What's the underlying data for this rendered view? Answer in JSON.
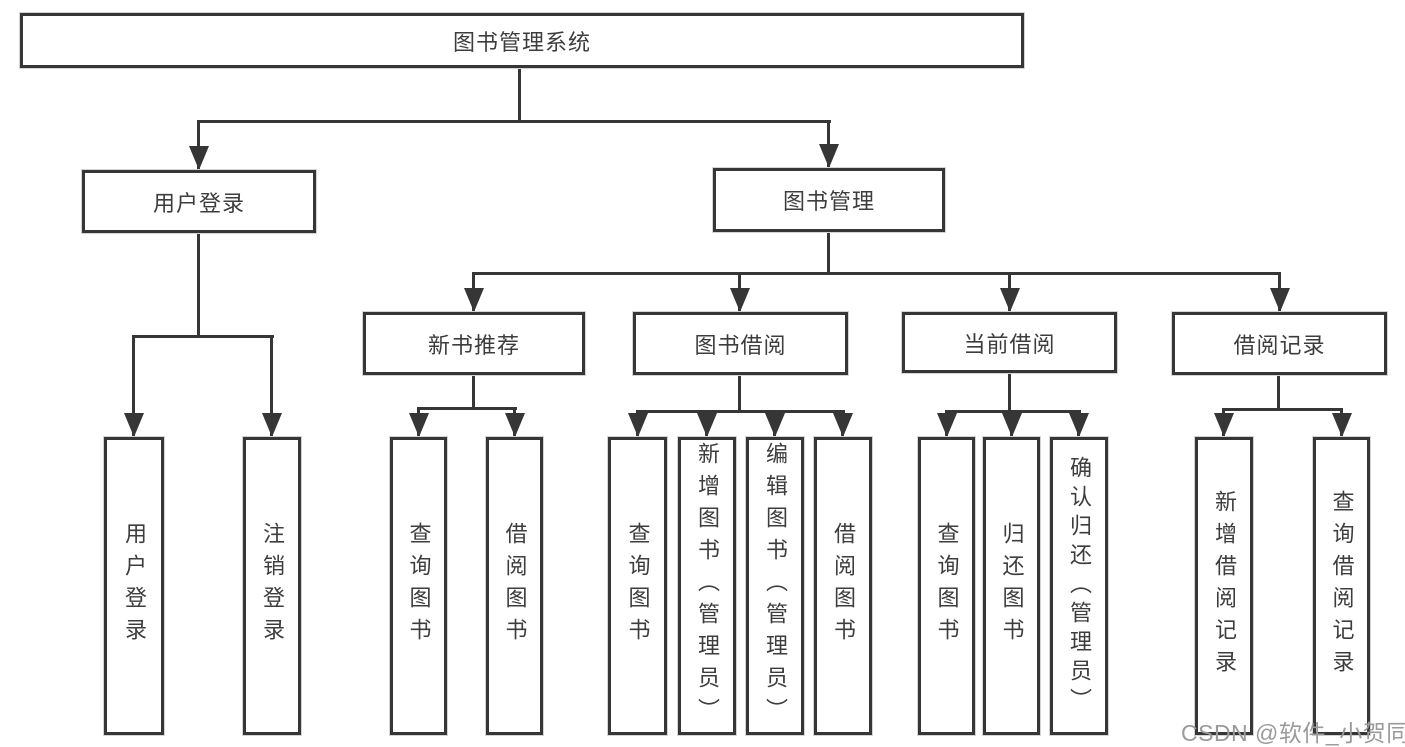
{
  "tree": {
    "root": "图书管理系统",
    "branches": [
      {
        "label": "用户登录",
        "children": [
          "用户登录",
          "注销登录"
        ]
      },
      {
        "label": "图书管理",
        "groups": [
          {
            "label": "新书推荐",
            "children": [
              "查询图书",
              "借阅图书"
            ]
          },
          {
            "label": "图书借阅",
            "children": [
              "查询图书",
              "新增图书（管理员）",
              "编辑图书（管理员）",
              "借阅图书"
            ]
          },
          {
            "label": "当前借阅",
            "children": [
              "查询图书",
              "归还图书",
              "确认归还（管理员）"
            ]
          },
          {
            "label": "借阅记录",
            "children": [
              "新增借阅记录",
              "查询借阅记录"
            ]
          }
        ]
      }
    ]
  },
  "watermark": {
    "text": "CSDN @软件_小贺同学"
  },
  "colors": {
    "line": "#363636",
    "box_border": "#363636",
    "box_background": "#ffffff",
    "text": "#3d3d3d",
    "watermark": "#9a9a9a",
    "background": "#ffffff"
  }
}
